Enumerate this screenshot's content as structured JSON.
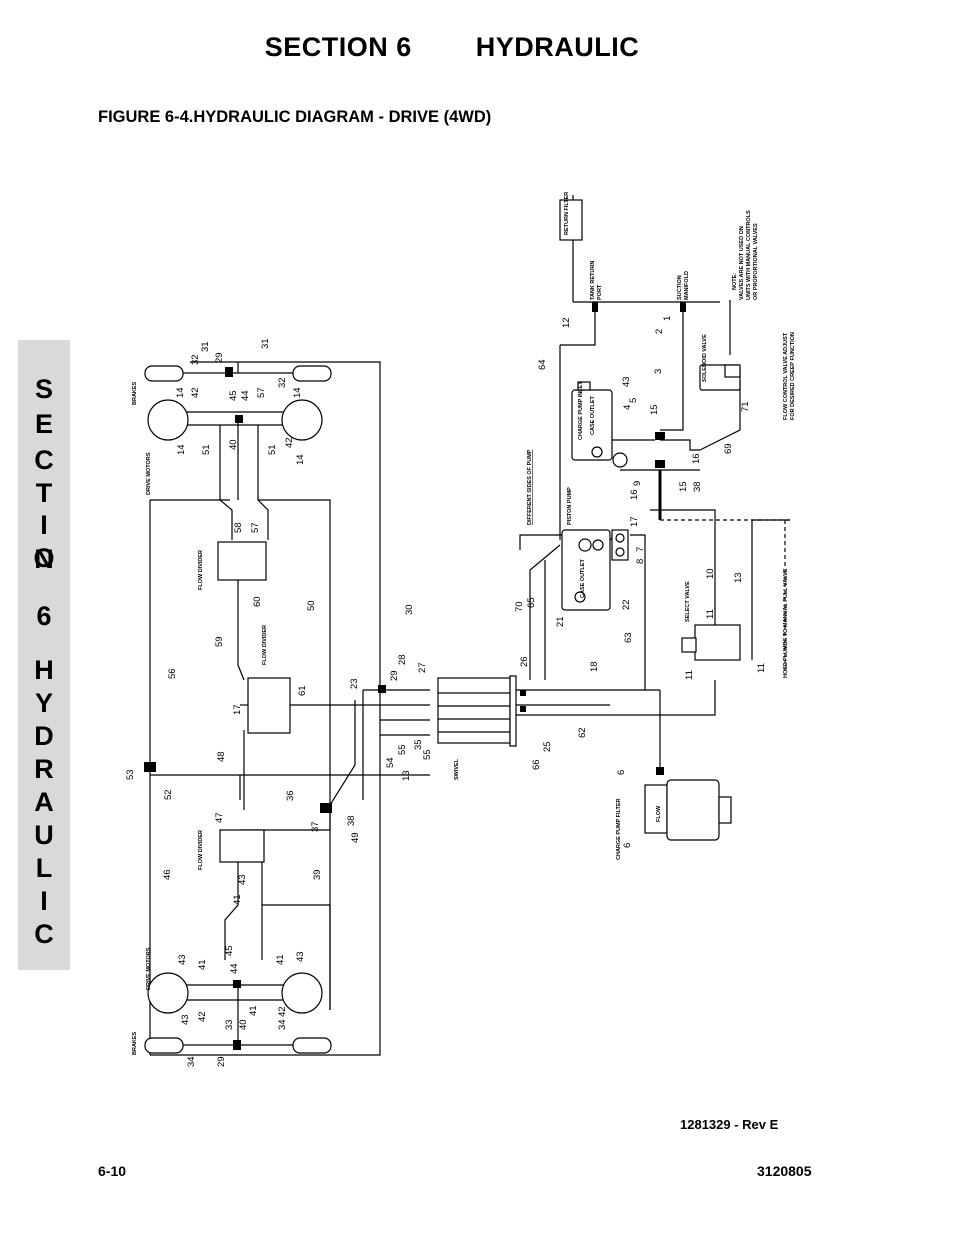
{
  "header": {
    "section": "SECTION 6",
    "topic": "HYDRAULIC"
  },
  "figure_title": "FIGURE 6-4.HYDRAULIC DIAGRAM - DRIVE (4WD)",
  "side_tab": [
    "S",
    "E",
    "C",
    "T",
    "I",
    "O",
    "N",
    "6",
    "H",
    "Y",
    "D",
    "R",
    "A",
    "U",
    "L",
    "I",
    "C"
  ],
  "drawing_number": "1281329 - Rev E",
  "footer": {
    "page": "6-10",
    "doc": "3120805"
  },
  "labels": {
    "brakes_top": "BRAKES",
    "drive_motors_top": "DRIVE MOTORS",
    "flow_divider_1": "FLOW DIVIDER",
    "flow_divider_2": "FLOW DIVIDER",
    "flow_divider_3": "FLOW DIVIDER",
    "drive_motors_bottom": "DRIVE MOTORS",
    "brakes_bottom": "BRAKES",
    "swivel": "SWIVEL",
    "return_filter": "RETURN FILTER",
    "tank_return": "TANK RETURN",
    "port": "PORT",
    "suction": "SUCTION",
    "manifold": "MANIFOLD",
    "note_1": "NOTE:",
    "note_2": "VALVES ARE NOT USED ON",
    "note_3": "UNITS WITH MANUAL CONTROLS",
    "note_4": "OR PROPORTIONAL VALVES",
    "solenoid_valve": "SOLENOID VALVE",
    "flow_ctrl_1": "FLOW CONTROL VALVE ADJUST",
    "flow_ctrl_2": "FOR DESIRED CREEP FUNCTION",
    "charge_pump_inlet": "CHARGE PUMP INLET",
    "case_outlet_1": "CASE OUTLET",
    "different_sides": "DIFFERENT SIDES OF PUMP",
    "piston_pump": "PISTON PUMP",
    "case_outlet_2": "CASE OUTLET",
    "select_valve": "SELECT VALVE",
    "hose_note": "HOSE PLUMBS TO MANUAL PULL VALVE",
    "charge_pump_filter": "CHARGE PUMP FILTER",
    "flow": "FLOW"
  },
  "numbers": {
    "n31a": "31",
    "n32a": "32",
    "n29a": "29",
    "n31b": "31",
    "n32b": "32",
    "n14a": "14",
    "n42a": "42",
    "n45a": "45",
    "n44a": "44",
    "n57a": "57",
    "n14b": "14",
    "n14c": "14",
    "n51a": "51",
    "n40a": "40",
    "n51b": "51",
    "n42b": "42",
    "n14d": "14",
    "n58": "58",
    "n57b": "57",
    "n60": "60",
    "n59": "59",
    "n50": "50",
    "n30": "30",
    "n61": "61",
    "n17a": "17",
    "n56": "56",
    "n23": "23",
    "n29b": "29",
    "n28": "28",
    "n27": "27",
    "n54": "54",
    "n55a": "55",
    "n55b": "55",
    "n35": "35",
    "n13a": "13",
    "n48": "48",
    "n53": "53",
    "n52": "52",
    "n36": "36",
    "n37": "37",
    "n38": "38",
    "n49": "49",
    "n47": "47",
    "n46": "46",
    "n39": "39",
    "n43a": "43",
    "n41a": "41",
    "n43b": "43",
    "n41b": "41",
    "n45b": "45",
    "n44b": "44",
    "n41c": "41",
    "n43c": "43",
    "n43d": "43",
    "n42c": "42",
    "n40b": "40",
    "n41d": "41",
    "n34a": "34",
    "n42d": "42",
    "n33": "33",
    "n29c": "29",
    "n34b": "34",
    "n26": "26",
    "n66": "66",
    "n25": "25",
    "n62": "62",
    "n18": "18",
    "n63": "63",
    "n70": "70",
    "n65": "65",
    "n21": "21",
    "n22": "22",
    "n8": "8",
    "n7": "7",
    "n64": "64",
    "n12": "12",
    "n2": "2",
    "n1": "1",
    "n3": "3",
    "n43e": "43",
    "n4": "4",
    "n5": "5",
    "n15a": "15",
    "n9": "9",
    "n16a": "16",
    "n15b": "15",
    "n38b": "38",
    "n16b": "16",
    "n69": "69",
    "n71": "71",
    "n17b": "17",
    "n10": "10",
    "n13b": "13",
    "n11a": "11",
    "n11b": "11",
    "n11c": "11",
    "n6a": "6",
    "n6b": "6"
  }
}
